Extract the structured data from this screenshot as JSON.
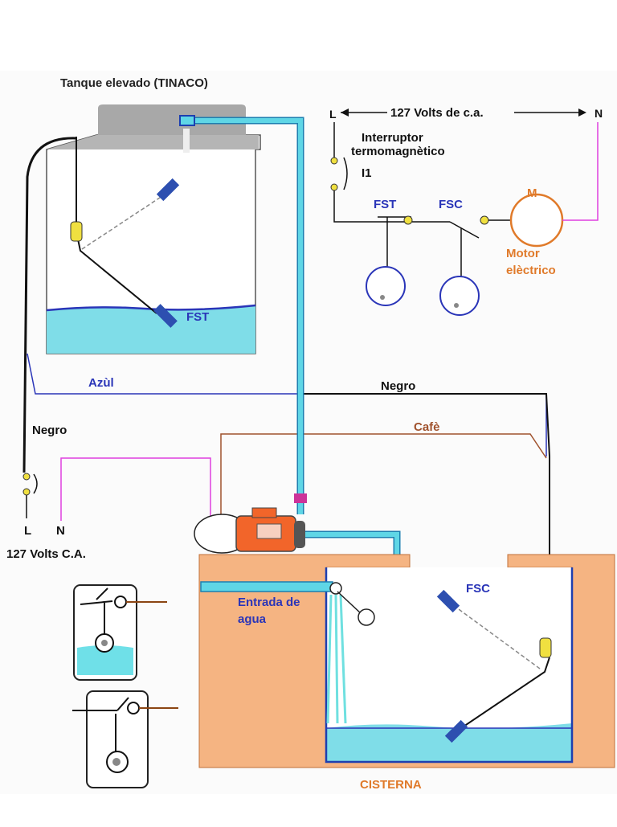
{
  "labels": {
    "tank_title": "Tanque elevado (TINACO)",
    "fst_tank": "FST",
    "azul": "Azùl",
    "negro_top": "Negro",
    "negro_left": "Negro",
    "cafe": "Cafè",
    "volts_top": "127 Volts de c.a.",
    "L_top": "L",
    "N_top": "N",
    "interruptor_1": "Interruptor",
    "interruptor_2": "termomagnètico",
    "i1": "I1",
    "fst_sch": "FST",
    "fsc_sch": "FSC",
    "m": "M",
    "motor_1": "Motor",
    "motor_2": "elèctrico",
    "L_bottom": "L",
    "N_bottom": "N",
    "volts_bottom": "127 Volts C.A.",
    "entrada_1": "Entrada de",
    "entrada_2": "agua",
    "fsc_cist": "FSC",
    "cisterna": "CISTERNA"
  },
  "colors": {
    "azul_text": "#2a35b8",
    "cafe_text": "#a0522d",
    "orange_text": "#e07a2a",
    "water": "#7fdde8",
    "pipe": "#5fd6e6",
    "pipe_border": "#1d7fb0",
    "cistern_fill": "#f5b482",
    "motor_fill": "#f2652a",
    "pink_wire": "#e040e0",
    "tank_lid": "#a8a8a8"
  }
}
